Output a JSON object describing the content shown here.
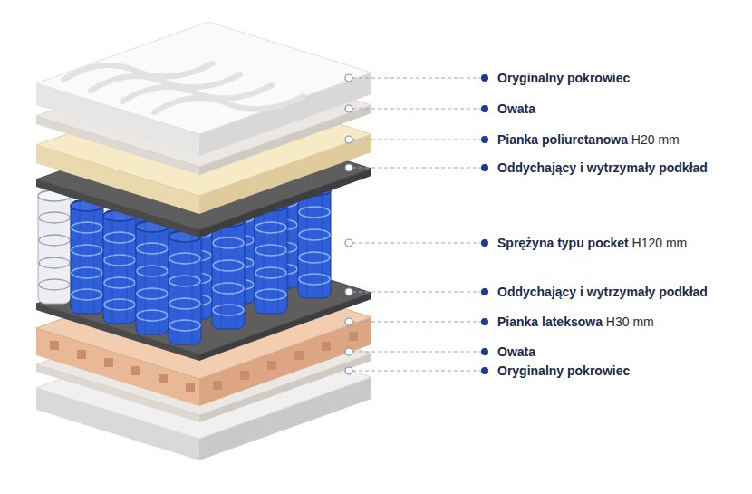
{
  "diagram": {
    "labels": [
      "Oryginalny pokrowiec",
      "Owata",
      "Pianka poliuretanowa",
      "H20 mm",
      "Oddychający i wytrzymały podkład",
      "Sprężyna typu pocket",
      "H120 mm",
      "Oddychający i wytrzymały podkład",
      "Pianka lateksowa",
      "H30 mm",
      "Owata",
      "Oryginalny pokrowiec"
    ]
  }
}
